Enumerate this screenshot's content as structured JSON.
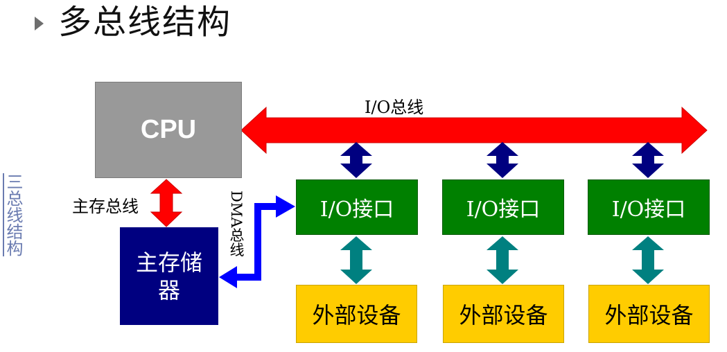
{
  "slide": {
    "title": "多总线结构",
    "side_link": "三总线结构"
  },
  "diagram": {
    "cpu": "CPU",
    "main_memory": "主存储器",
    "io_bus": "I/O总线",
    "memory_bus": "主存总线",
    "dma_bus": "DMA总线",
    "io_interfaces": [
      "I/O接口",
      "I/O接口",
      "I/O接口"
    ],
    "devices": [
      "外部设备",
      "外部设备",
      "外部设备"
    ]
  },
  "colors": {
    "cpu": "#999999",
    "memory": "#000080",
    "io_interface": "#008000",
    "device": "#ffcc00",
    "io_bus_arrow": "#ff0000",
    "memory_bus_arrow": "#ff0000",
    "dma_arrow": "#0000ff",
    "bus_to_interface_arrow": "#000080",
    "interface_to_device_arrow": "#008080"
  }
}
